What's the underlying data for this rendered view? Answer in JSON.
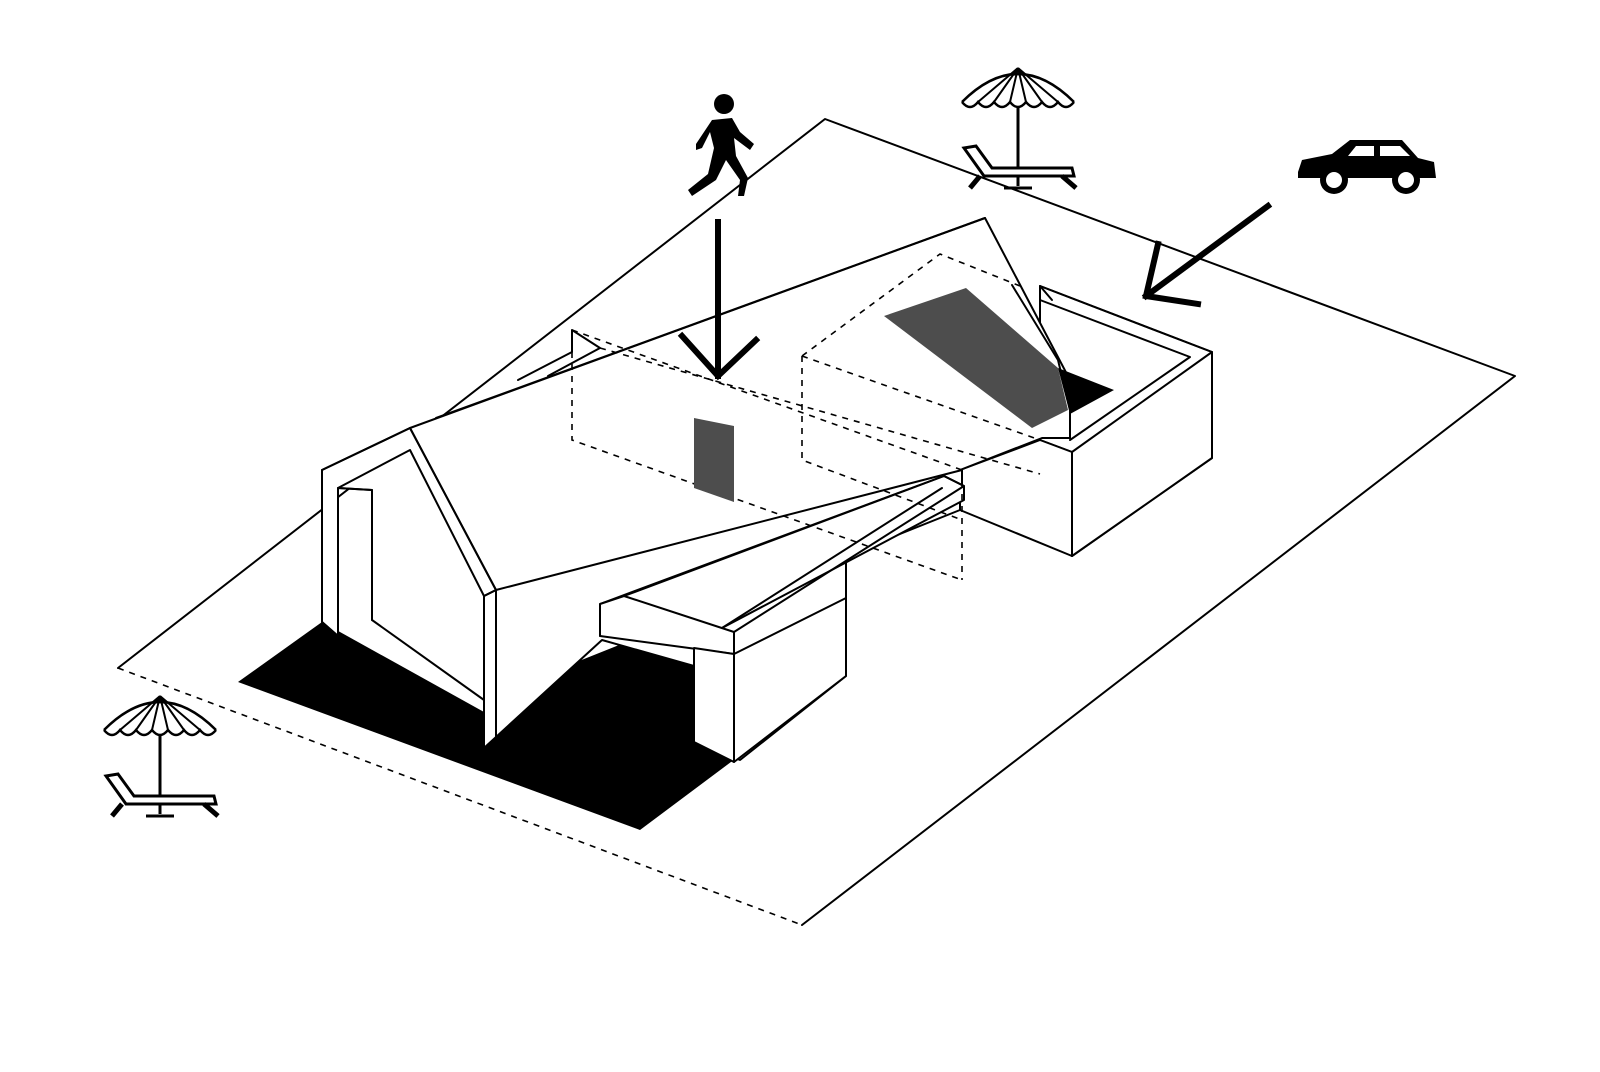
{
  "diagram": {
    "elements": [
      {
        "name": "site-plot",
        "kind": "outline"
      },
      {
        "name": "house-gable-volume",
        "kind": "building"
      },
      {
        "name": "courtyard-volume",
        "kind": "building"
      },
      {
        "name": "cantilever-canopy",
        "kind": "building"
      },
      {
        "name": "entrance-door",
        "kind": "opening"
      },
      {
        "name": "roof-skylight",
        "kind": "opening"
      }
    ],
    "icons": [
      "pedestrian-icon",
      "car-icon",
      "parasol-lounger-icon"
    ],
    "arrows": [
      "pedestrian-access-arrow",
      "car-access-arrow"
    ],
    "colors": {
      "line": "#000000",
      "fill": "#ffffff",
      "opening": "#4d4d4d",
      "shadow": "#000000"
    }
  }
}
